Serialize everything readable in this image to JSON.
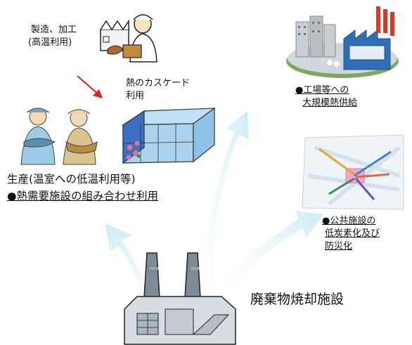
{
  "manufacturing": {
    "line1": "製造、加工",
    "line2": "(高温利用)"
  },
  "cascade": {
    "line1": "熱のカスケード",
    "line2": "利用"
  },
  "production": {
    "line1": "生産(温室への低温利用等)",
    "line2": "●熱需要施設の組み合わせ利用"
  },
  "factory": {
    "line1": "●工場等への",
    "line2": "大規模熱供給"
  },
  "public": {
    "line1": "●公共施設の",
    "line2": "低炭素化及び",
    "line3": "防災化"
  },
  "incinerator": {
    "label": "廃棄物焼却施設"
  },
  "colors": {
    "arrow": "#d9f0f6",
    "red_arrow": "#e0201c",
    "greenhouse": "#9ecbe8"
  }
}
